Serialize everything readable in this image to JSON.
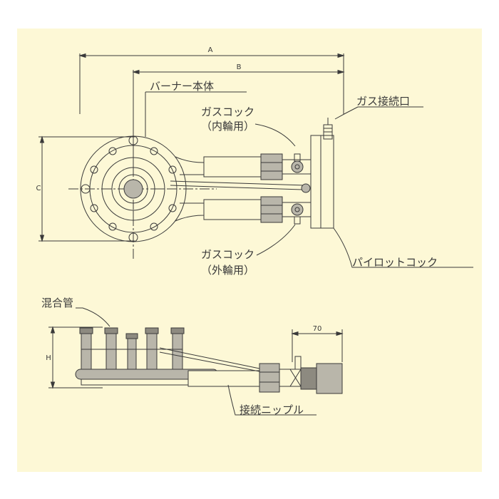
{
  "colors": {
    "background": "#fdf8d6",
    "line": "#3a3a3a",
    "fill": "#b9b6aa",
    "fill_dark": "#8d8a80"
  },
  "dimensions": {
    "a": "A",
    "b": "B",
    "c": "C",
    "h": "H",
    "seventy": "70"
  },
  "labels": {
    "burner_body": "バーナー本体",
    "gas_cock_inner": "ガスコック",
    "gas_cock_inner_sub": "（内輪用）",
    "gas_connection": "ガス接続口",
    "gas_cock_outer": "ガスコック",
    "gas_cock_outer_sub": "（外輪用）",
    "pilot_cock": "パイロットコック",
    "mixing_tube": "混合管",
    "connection_nipple": "接続ニップル"
  }
}
